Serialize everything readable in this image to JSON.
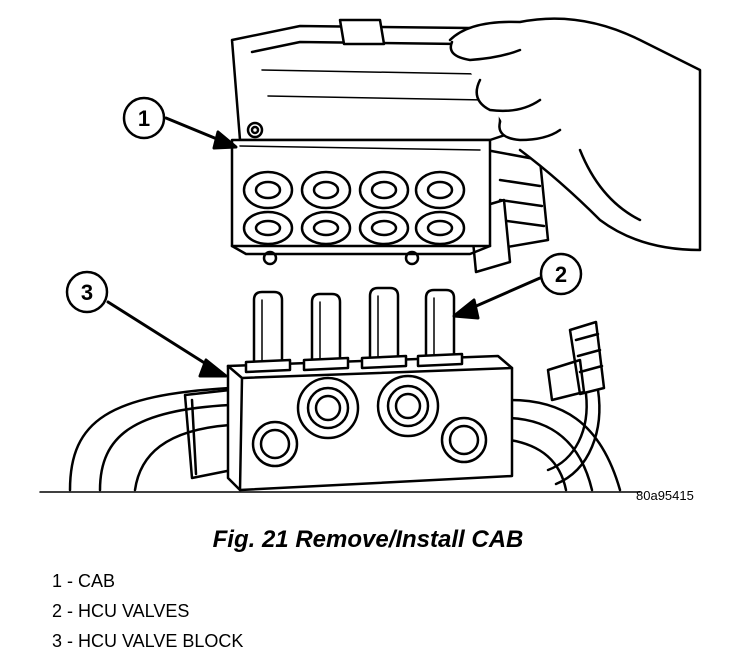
{
  "figure": {
    "code": "80a95415",
    "caption": "Fig. 21 Remove/Install CAB"
  },
  "callouts": [
    {
      "number": "1"
    },
    {
      "number": "2"
    },
    {
      "number": "3"
    }
  ],
  "legend": [
    {
      "number": "1",
      "label": " - CAB"
    },
    {
      "number": "2",
      "label": " - HCU VALVES"
    },
    {
      "number": "3",
      "label": " - HCU VALVE BLOCK"
    }
  ]
}
